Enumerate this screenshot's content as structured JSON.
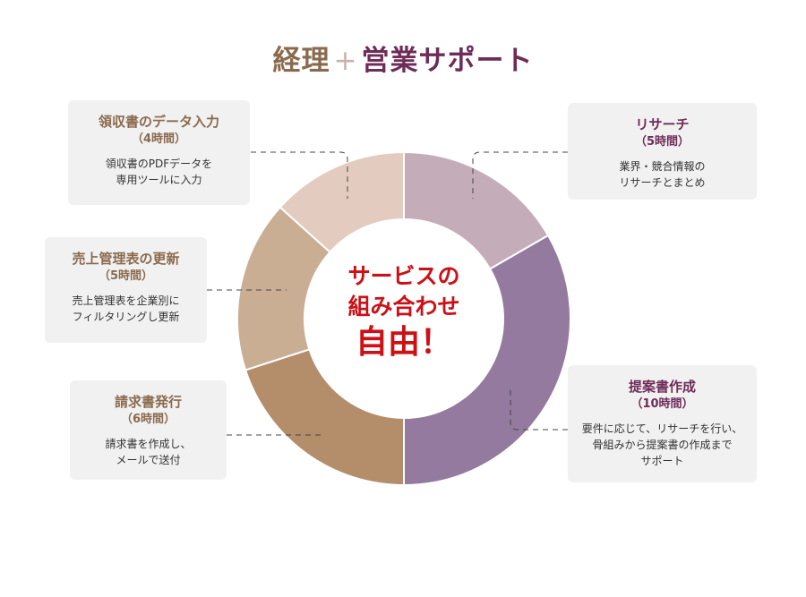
{
  "title": {
    "part1": "経理",
    "plus": "+",
    "part2": "営業サポート"
  },
  "center": {
    "line1": "サービスの",
    "line2": "組み合わせ",
    "line3": "自由！"
  },
  "colors": {
    "research": "#c4adb9",
    "proposal": "#937a9e",
    "invoice": "#b48d6a",
    "sales_table": "#c9ae94",
    "receipt": "#e3cbbf",
    "brown_text": "#8a6a4e",
    "purple_text": "#6e2c58",
    "center_text": "#cc1016"
  },
  "services": {
    "receipt": {
      "name": "領収書のデータ入力",
      "hours": "（4時間）",
      "desc": "領収書のPDFデータを\n専用ツールに入力"
    },
    "sales_table": {
      "name": "売上管理表の更新",
      "hours": "（5時間）",
      "desc": "売上管理表を企業別に\nフィルタリングし更新"
    },
    "invoice": {
      "name": "請求書発行",
      "hours": "（6時間）",
      "desc": "請求書を作成し、\nメールで送付"
    },
    "research": {
      "name": "リサーチ",
      "hours": "（5時間）",
      "desc": "業界・競合情報の\nリサーチとまとめ"
    },
    "proposal": {
      "name": "提案書作成",
      "hours": "（10時間）",
      "desc": "要件に応じて、リサーチを行い、\n骨組みから提案書の作成まで\nサポート"
    }
  },
  "chart_data": {
    "type": "pie",
    "donut": true,
    "unit": "時間",
    "segments": [
      {
        "key": "research",
        "label": "リサーチ",
        "value": 5,
        "color": "#c4adb9"
      },
      {
        "key": "proposal",
        "label": "提案書作成",
        "value": 10,
        "color": "#937a9e"
      },
      {
        "key": "invoice",
        "label": "請求書発行",
        "value": 6,
        "color": "#b48d6a"
      },
      {
        "key": "sales_table",
        "label": "売上管理表の更新",
        "value": 5,
        "color": "#c9ae94"
      },
      {
        "key": "receipt",
        "label": "領収書のデータ入力",
        "value": 4,
        "color": "#e3cbbf"
      }
    ]
  }
}
